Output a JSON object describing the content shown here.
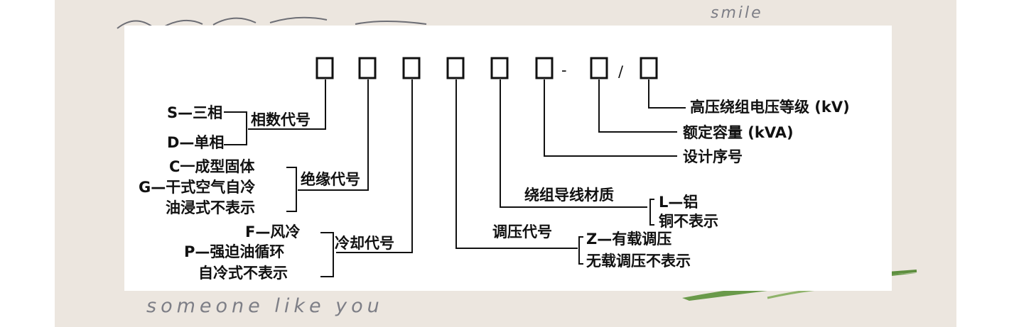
{
  "background": {
    "handwriting_top": "smile",
    "handwriting_bottom": "someone like you"
  },
  "code_format": {
    "dash": "-",
    "slash": "/"
  },
  "fields": {
    "phase_code": {
      "name": "相数代号",
      "options": [
        "S—三相",
        "D—单相"
      ]
    },
    "insulation_code": {
      "name": "绝缘代号",
      "options": [
        "C一成型固体",
        "G—干式空气自冷",
        "油浸式不表示"
      ]
    },
    "cooling_code": {
      "name": "冷却代号",
      "options": [
        "F—风冷",
        "P—强迫油循环",
        "自冷式不表示"
      ]
    },
    "tap_changer_code": {
      "name": "调压代号",
      "options": [
        "Z—有载调压",
        "无载调压不表示"
      ]
    },
    "winding_material": {
      "name": "绕组导线材质",
      "options": [
        "L—铝",
        "铜不表示"
      ]
    },
    "design_serial": {
      "name": "设计序号"
    },
    "rated_capacity": {
      "name": "额定容量 (kVA)"
    },
    "hv_voltage_class": {
      "name": "高压绕组电压等级 (kV)"
    }
  }
}
